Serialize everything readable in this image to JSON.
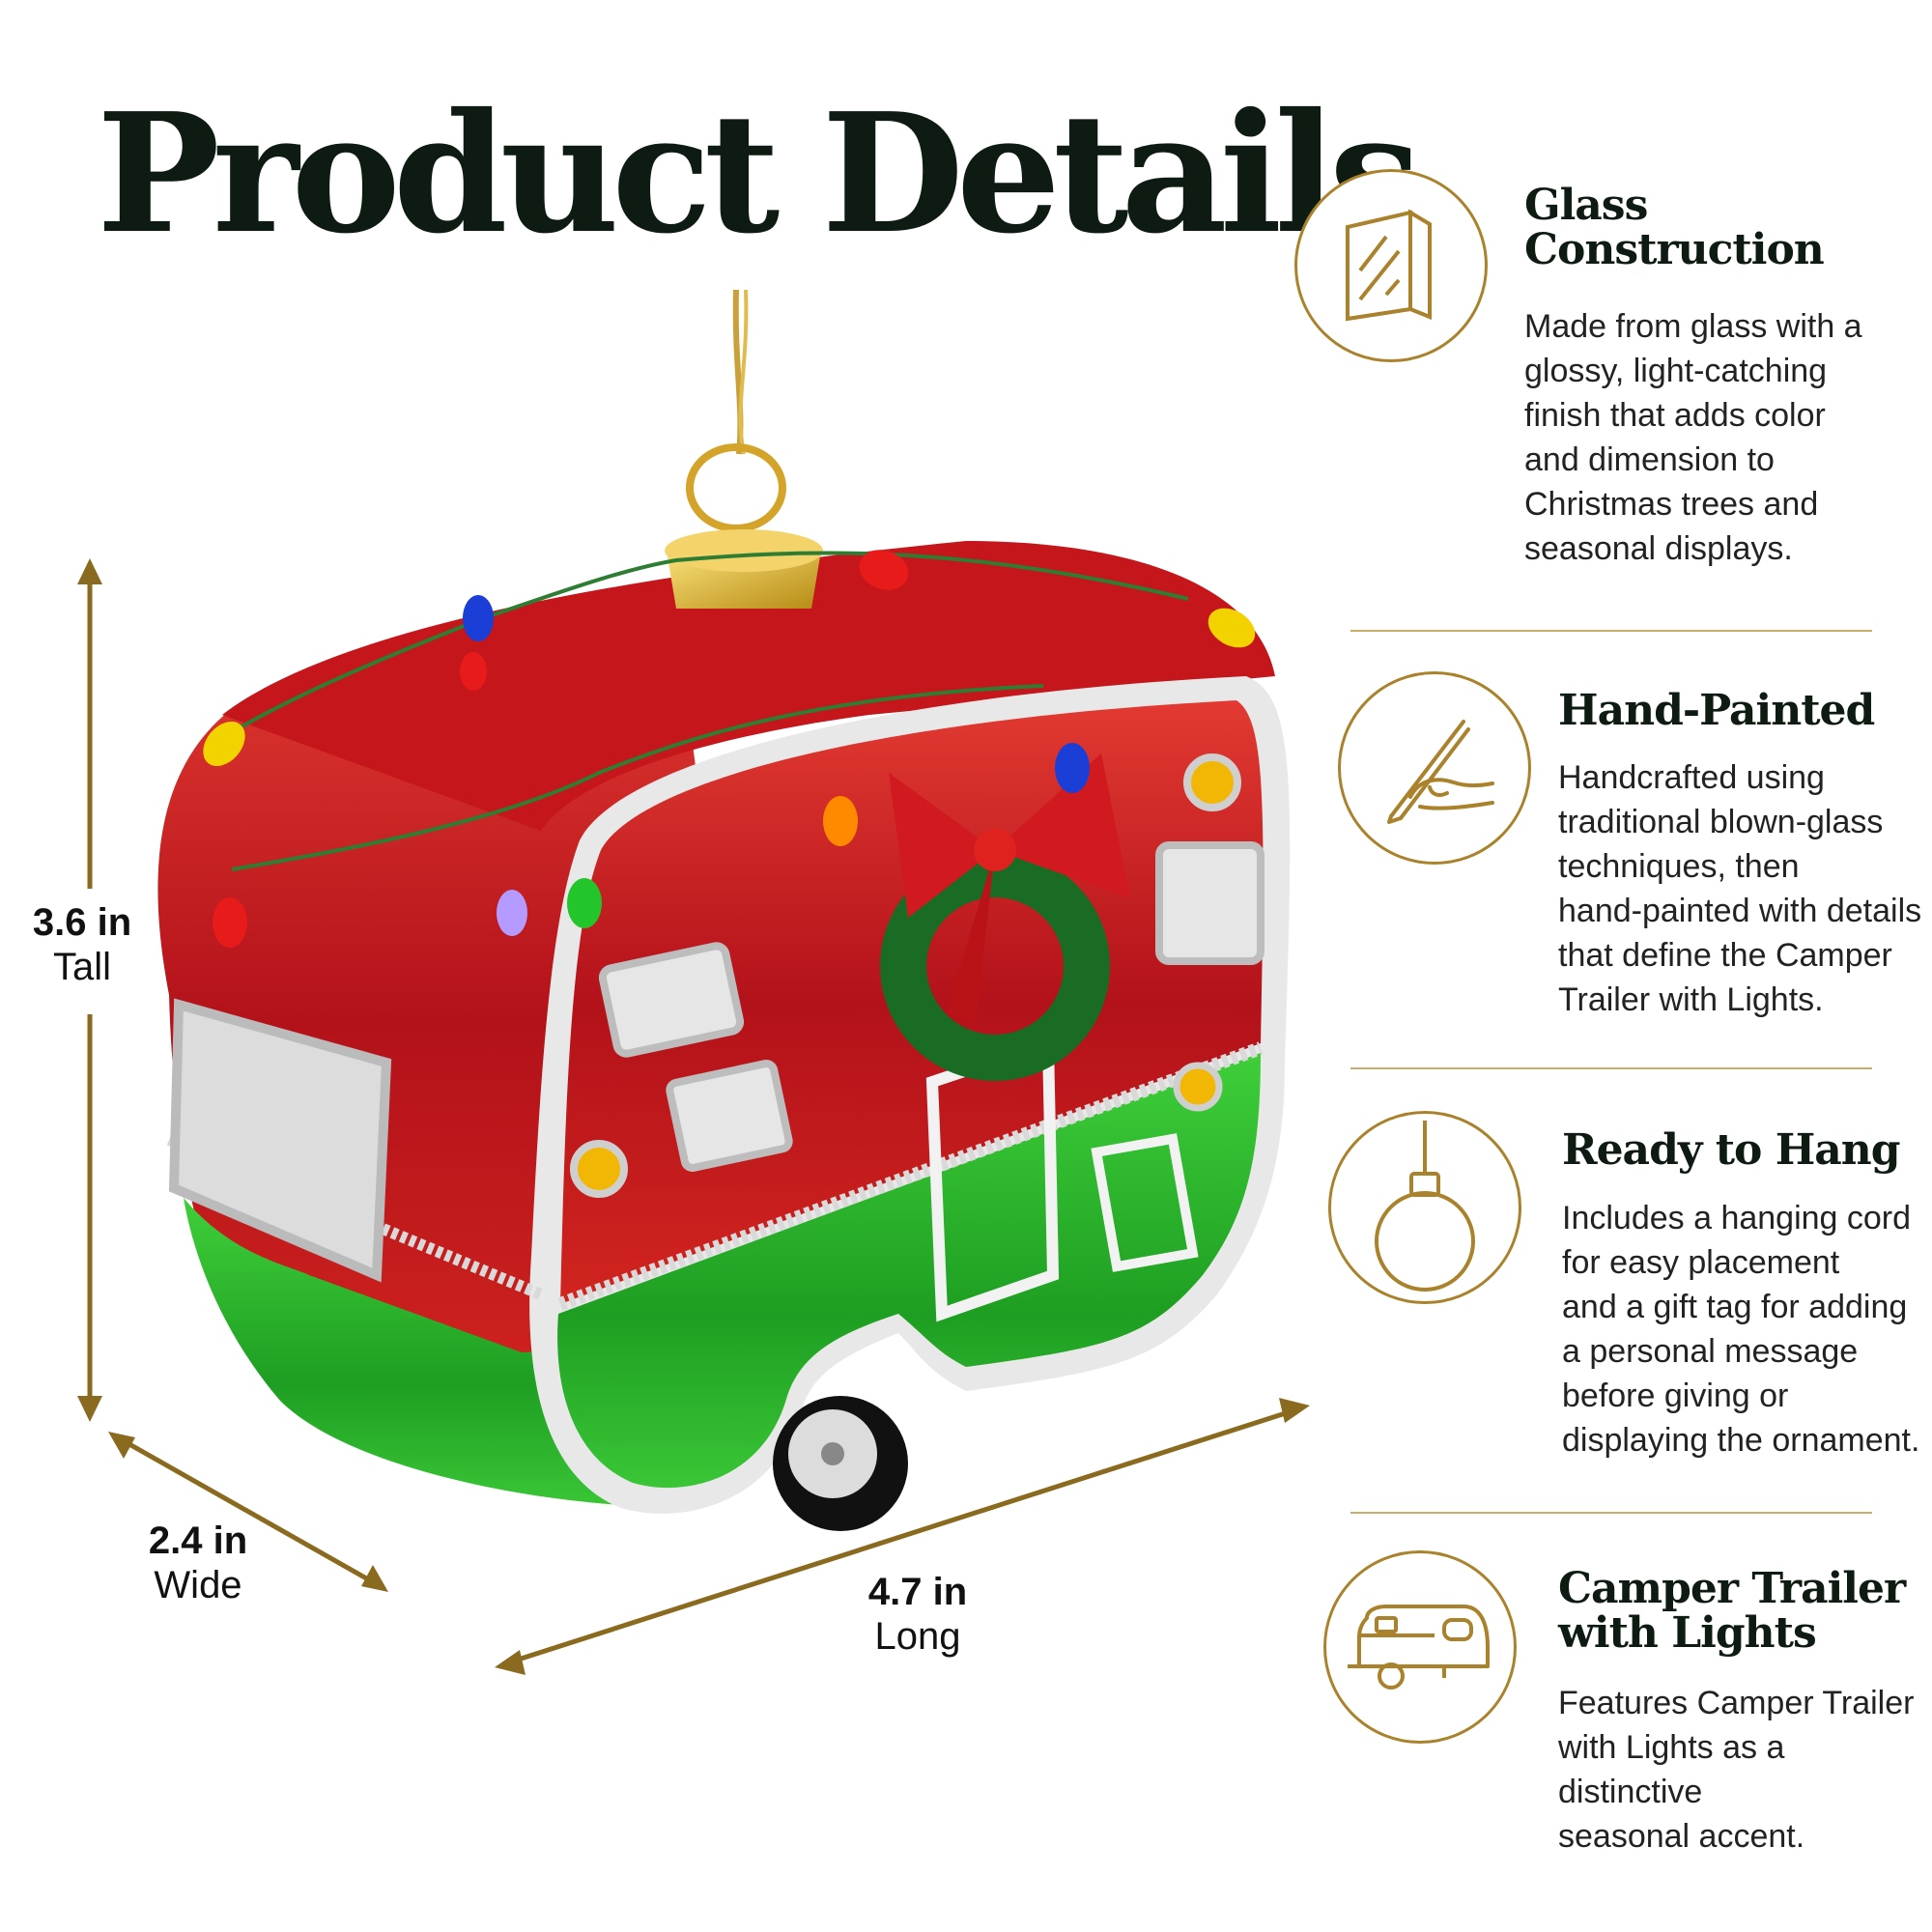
{
  "header": {
    "title": "Product Details"
  },
  "dimensions": {
    "tall": {
      "value": "3.6 in",
      "unit": "Tall"
    },
    "wide": {
      "value": "2.4 in",
      "unit": "Wide"
    },
    "long": {
      "value": "4.7 in",
      "unit": "Long"
    }
  },
  "features": [
    {
      "icon": "glass-pane-icon",
      "title_line1": "Glass",
      "title_line2": "Construction",
      "desc": [
        "Made from glass with a",
        "glossy, light-catching",
        "finish that adds color",
        "and dimension to",
        "Christmas trees and",
        "seasonal displays."
      ]
    },
    {
      "icon": "hand-painting-icon",
      "title_line1": "Hand-Painted",
      "title_line2": "",
      "desc": [
        "Handcrafted using",
        "traditional blown-glass",
        "techniques, then",
        "hand-painted with details",
        "that define the Camper",
        "Trailer with Lights."
      ]
    },
    {
      "icon": "ornament-icon",
      "title_line1": "Ready to Hang",
      "title_line2": "",
      "desc": [
        "Includes a hanging cord",
        "for easy placement",
        "and a gift tag for adding",
        "a personal message",
        "before giving or",
        "displaying the ornament."
      ]
    },
    {
      "icon": "camper-trailer-icon",
      "title_line1": "Camper Trailer",
      "title_line2": "with Lights",
      "desc": [
        "Features Camper Trailer",
        "with Lights as a distinctive",
        "seasonal accent."
      ]
    }
  ],
  "colors": {
    "gold": "#a9822b",
    "red": "#c81d1d",
    "green": "#2fb52a",
    "title": "#0d1b12"
  }
}
